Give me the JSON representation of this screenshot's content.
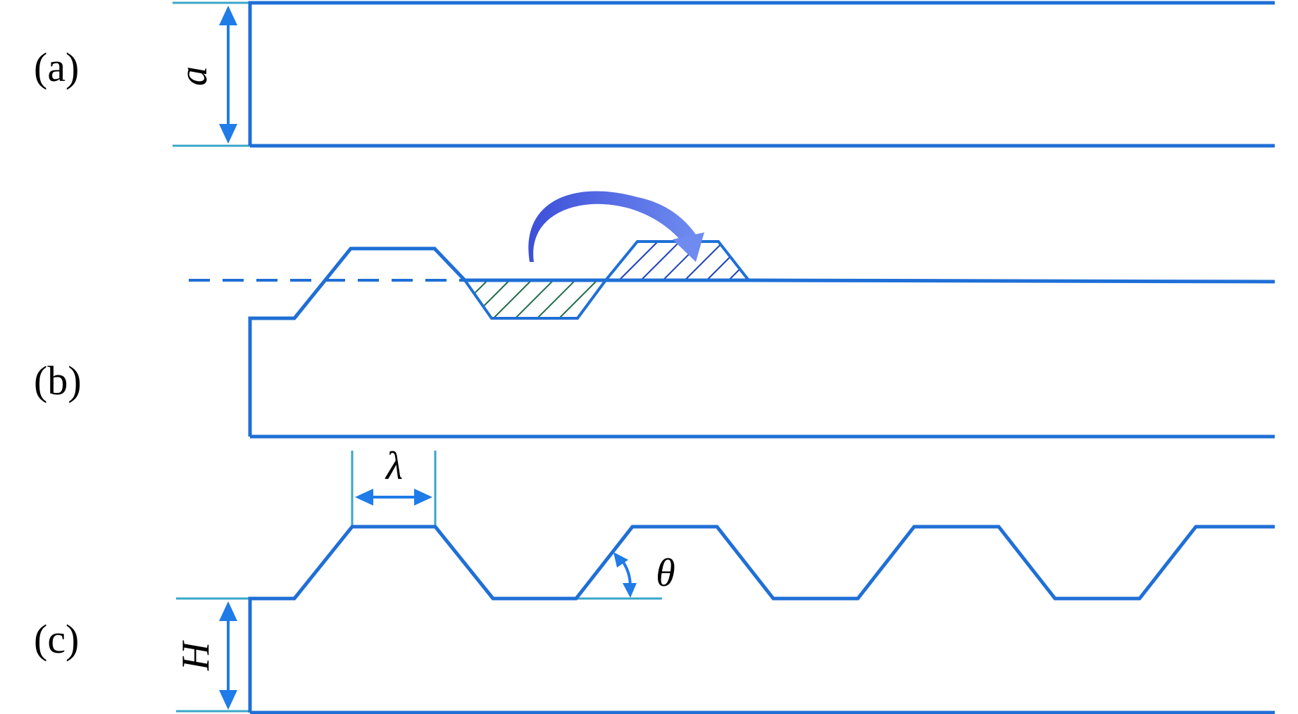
{
  "figure": {
    "panels": [
      {
        "id": "a",
        "label": "(a)",
        "symbols": [
          "a"
        ]
      },
      {
        "id": "b",
        "label": "(b)",
        "symbols": []
      },
      {
        "id": "c",
        "label": "(c)",
        "symbols": [
          "λ",
          "θ",
          "H"
        ]
      }
    ],
    "symbols": {
      "a": "a",
      "lambda": "λ",
      "theta": "θ",
      "H": "H"
    },
    "colors": {
      "profile": "#1f6fd6",
      "dimension": "#1f7be8",
      "extension_line": "#3aa6c9",
      "hatch_removed": "#1f6b4a",
      "hatch_added": "#1a3fb8",
      "transfer_arrow": "#4a5fe0"
    }
  }
}
